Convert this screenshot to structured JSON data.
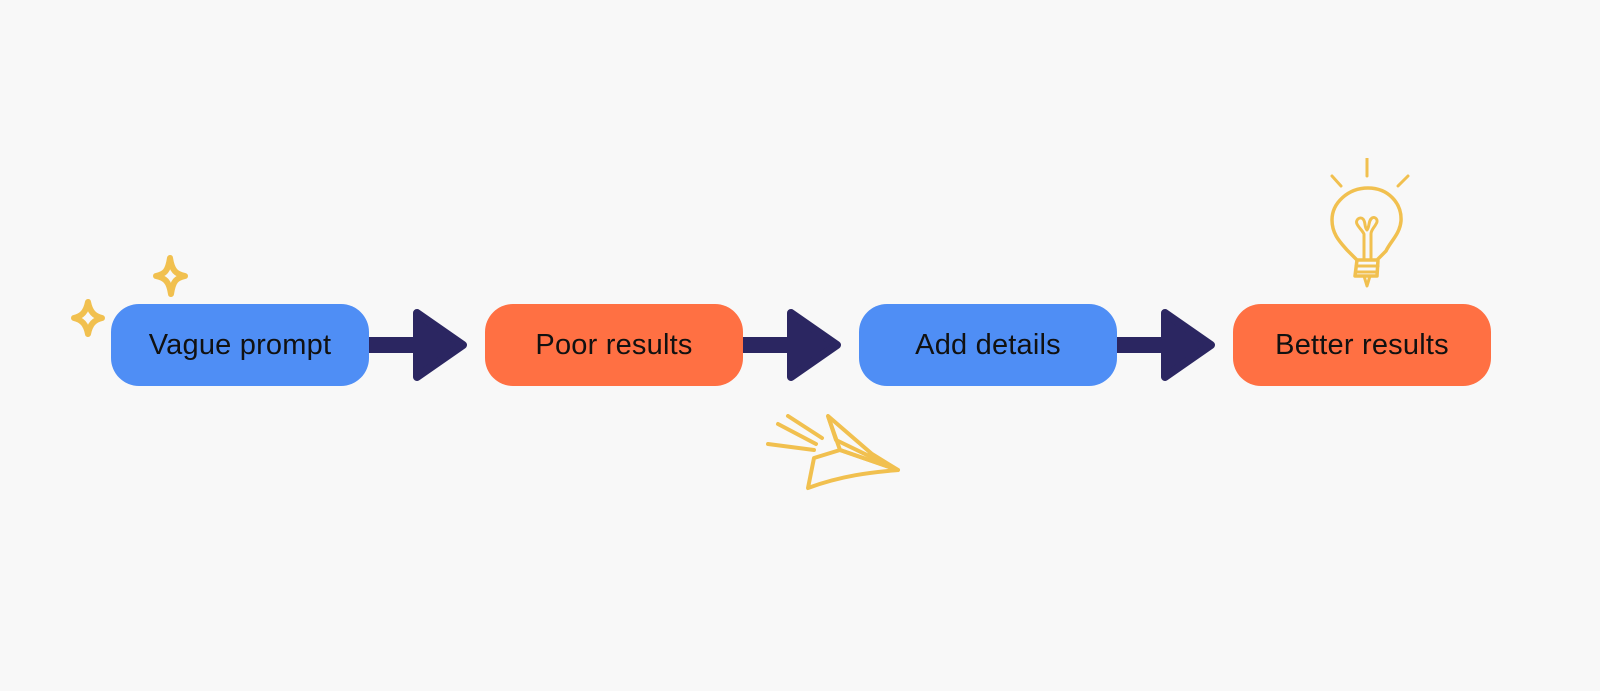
{
  "colors": {
    "background": "#f8f8f8",
    "blue_step": "#4f8ef5",
    "orange_step": "#ff7043",
    "arrow": "#2b2661",
    "doodle": "#f1c04f",
    "text": "#111111"
  },
  "steps": [
    {
      "label": "Vague prompt",
      "color": "#4f8ef5"
    },
    {
      "label": "Poor results",
      "color": "#ff7043"
    },
    {
      "label": "Add details",
      "color": "#4f8ef5"
    },
    {
      "label": "Better results",
      "color": "#ff7043"
    }
  ],
  "doodles": {
    "sparkles_icon": "sparkles-icon",
    "paper_plane_icon": "paper-plane-icon",
    "lightbulb_icon": "lightbulb-icon"
  }
}
